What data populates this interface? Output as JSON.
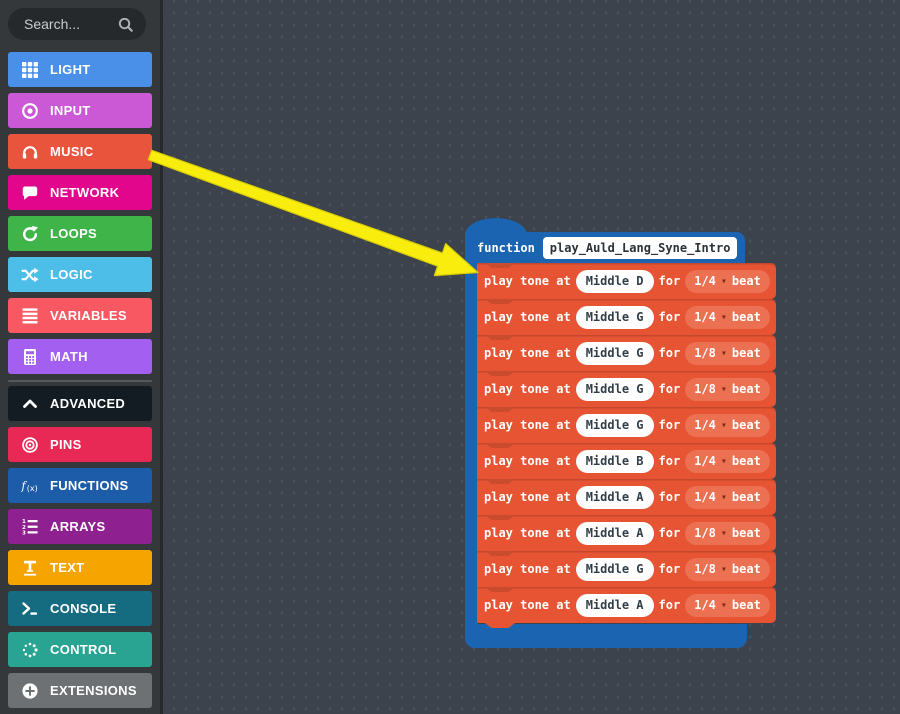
{
  "search": {
    "placeholder": "Search..."
  },
  "sidebar": {
    "categories": [
      {
        "label": "LIGHT",
        "color": "#4A8FE8",
        "icon": "grid-icon"
      },
      {
        "label": "INPUT",
        "color": "#CB59D6",
        "icon": "record-icon"
      },
      {
        "label": "MUSIC",
        "color": "#E8543C",
        "icon": "headphones-icon"
      },
      {
        "label": "NETWORK",
        "color": "#E2068C",
        "icon": "chat-icon"
      },
      {
        "label": "LOOPS",
        "color": "#3FB549",
        "icon": "repeat-icon"
      },
      {
        "label": "LOGIC",
        "color": "#4DBEE8",
        "icon": "shuffle-icon"
      },
      {
        "label": "VARIABLES",
        "color": "#F85862",
        "icon": "lines-icon"
      },
      {
        "label": "MATH",
        "color": "#A35FEF",
        "icon": "calculator-icon"
      },
      {
        "label": "ADVANCED",
        "color": "#131C22",
        "icon": "chevron-up-icon"
      },
      {
        "label": "PINS",
        "color": "#E82956",
        "icon": "target-icon"
      },
      {
        "label": "FUNCTIONS",
        "color": "#1D5CA9",
        "icon": "fx-icon"
      },
      {
        "label": "ARRAYS",
        "color": "#8F2090",
        "icon": "list-ol-icon"
      },
      {
        "label": "TEXT",
        "color": "#F5A400",
        "icon": "text-icon"
      },
      {
        "label": "CONSOLE",
        "color": "#156B80",
        "icon": "terminal-icon"
      },
      {
        "label": "CONTROL",
        "color": "#2AA492",
        "icon": "spinner-icon"
      },
      {
        "label": "EXTENSIONS",
        "color": "#6E7173",
        "icon": "plus-circle-icon"
      }
    ]
  },
  "function_block": {
    "keyword": "function",
    "name": "play_Auld_Lang_Syne_Intro",
    "labels": {
      "play_tone_at": "play tone at",
      "for": "for",
      "beat": "beat",
      "dropdown_glyph": "▾"
    },
    "rows": [
      {
        "note": "Middle D",
        "beat": "1/4"
      },
      {
        "note": "Middle G",
        "beat": "1/4"
      },
      {
        "note": "Middle G",
        "beat": "1/8"
      },
      {
        "note": "Middle G",
        "beat": "1/8"
      },
      {
        "note": "Middle G",
        "beat": "1/4"
      },
      {
        "note": "Middle B",
        "beat": "1/4"
      },
      {
        "note": "Middle A",
        "beat": "1/4"
      },
      {
        "note": "Middle A",
        "beat": "1/8"
      },
      {
        "note": "Middle G",
        "beat": "1/8"
      },
      {
        "note": "Middle A",
        "beat": "1/4"
      }
    ],
    "colors": {
      "function_blue": "#1B64B1",
      "music_orange": "#E65434",
      "beat_pill": "#EC7153"
    }
  },
  "annotation_arrow": {
    "from": "MUSIC category",
    "to": "first play tone block",
    "color": "#F8ED0C"
  }
}
